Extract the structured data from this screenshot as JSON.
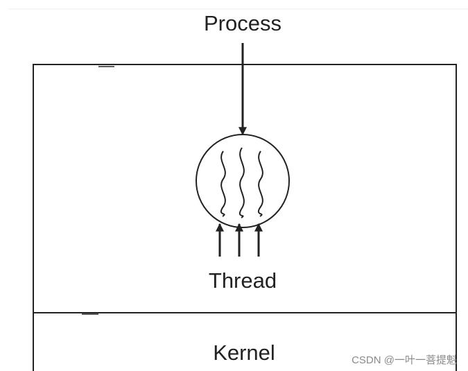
{
  "labels": {
    "process": "Process",
    "thread": "Thread",
    "kernel": "Kernel"
  },
  "watermark": "CSDN @一叶一菩提魁",
  "colors": {
    "line": "#222222",
    "background": "#ffffff",
    "watermark": "#8a8a8a"
  }
}
